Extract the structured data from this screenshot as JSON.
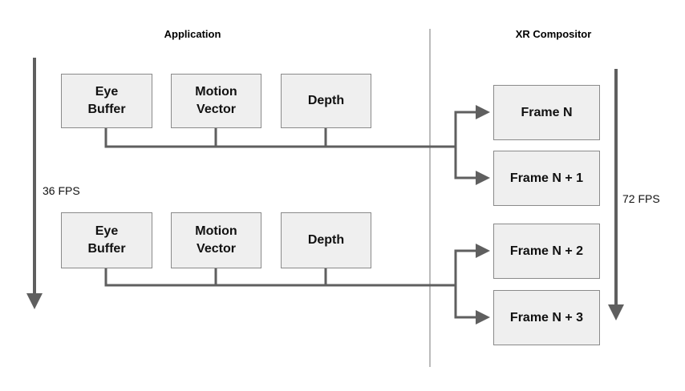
{
  "application": {
    "title": "Application",
    "rate": "36 FPS",
    "groups": [
      {
        "buffers": [
          {
            "l1": "Eye",
            "l2": "Buffer"
          },
          {
            "l1": "Motion",
            "l2": "Vector"
          },
          {
            "l1": "Depth",
            "l2": ""
          }
        ]
      },
      {
        "buffers": [
          {
            "l1": "Eye",
            "l2": "Buffer"
          },
          {
            "l1": "Motion",
            "l2": "Vector"
          },
          {
            "l1": "Depth",
            "l2": ""
          }
        ]
      }
    ]
  },
  "compositor": {
    "title": "XR Compositor",
    "rate": "72 FPS",
    "frames": [
      "Frame N",
      "Frame N + 1",
      "Frame N + 2",
      "Frame N + 3"
    ]
  },
  "colors": {
    "line": "#5f5f5f",
    "box_fill": "#efefef",
    "box_border": "#8a8a8a",
    "divider": "#777777"
  }
}
